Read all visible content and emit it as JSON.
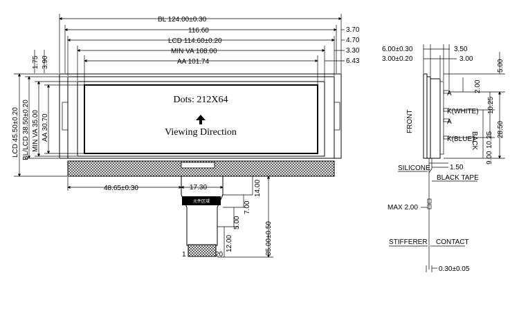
{
  "front_view": {
    "dims_top": {
      "bl": "BL 124.00±0.30",
      "w116": "116.60",
      "lcd": "LCD 114.60±0.20",
      "minva": "MIN VA 108.00",
      "aa": "AA 101.74",
      "r1": "3.70",
      "r2": "4.70",
      "r3": "3.30",
      "r4": "6.43"
    },
    "dims_left": {
      "lcd": "LCD 45.50±0.20",
      "bl": "BL/LCD 38.50±0.20",
      "minva": "MIN VA 35.00",
      "aa": "AA 30.70",
      "t1": "1.75",
      "t2": "3.90"
    },
    "screen": {
      "dots": "Dots: 212X64",
      "viewing": "Viewing Direction"
    },
    "dims_bottom": {
      "d48": "48.65±0.30",
      "d17": "17.30",
      "d14": "14.00",
      "d7": "7.00",
      "d5": "5.00",
      "d35": "35.00±0.50",
      "d12": "12.00",
      "pin1": "1",
      "pin20": "20",
      "fpc_label": "元件区域"
    }
  },
  "side_view": {
    "d600": "6.00±0.30",
    "d300a": "3.00±0.20",
    "d350": "3.50",
    "d300b": "3.00",
    "d500": "5.00",
    "d200": "2.00",
    "d2850": "28.50",
    "d1025a": "10.25",
    "d1025b": "10.25",
    "d900": "9.00",
    "d150": "1.50",
    "front": "FRONT",
    "back": "BACK",
    "white": "K(WHITE)",
    "blue": "K(BLUE)",
    "a_white": "A",
    "a_blue": "A",
    "silicone": "SILICONE",
    "black_tape": "BLACK TAPE",
    "max": "MAX 2.00",
    "stifferer": "STIFFERER",
    "contact": "CONTACT",
    "d030": "0.30±0.05"
  }
}
